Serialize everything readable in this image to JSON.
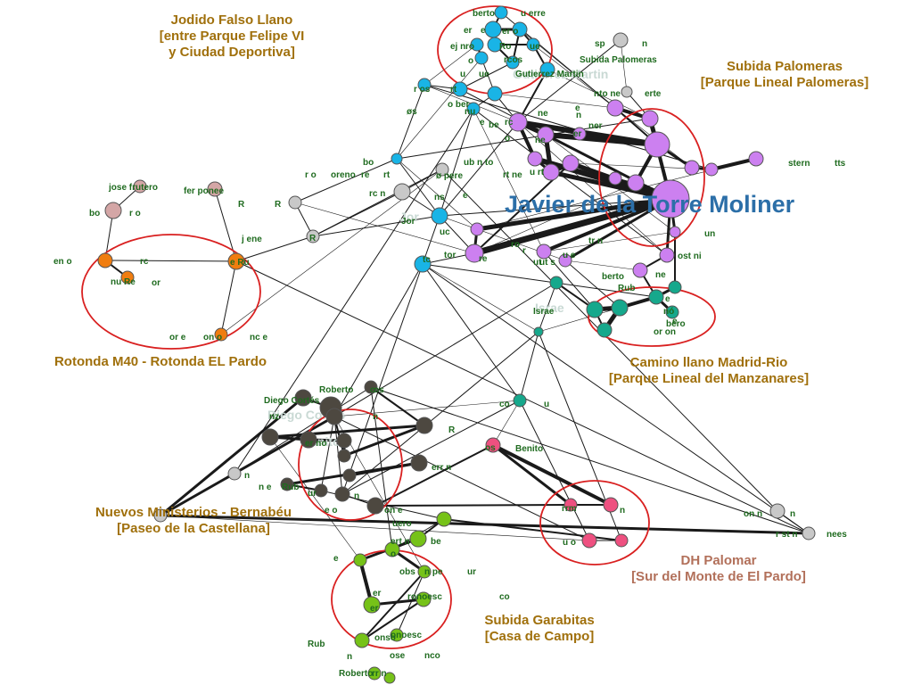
{
  "featured_rider": "Javier de la Torre Moliner",
  "segment_labels": [
    {
      "id": "jodido",
      "name": "Jodido Falso Llano",
      "line2": "[entre Parque Felipe VI",
      "line3": "y Ciudad Deportiva]",
      "color": "#a0700c"
    },
    {
      "id": "palomeras",
      "name": "Subida Palomeras",
      "line2": "[Parque Lineal Palomeras]",
      "line3": "",
      "color": "#a0700c"
    },
    {
      "id": "rotonda",
      "name": "Rotonda M40 - Rotonda EL Pardo",
      "line2": "",
      "line3": "",
      "color": "#a0700c"
    },
    {
      "id": "madridrio",
      "name": "Camino llano Madrid-Rio",
      "line2": "[Parque Lineal del Manzanares]",
      "line3": "",
      "color": "#a0700c"
    },
    {
      "id": "ministerios",
      "name": "Nuevos Ministerios - Bernabéu",
      "line2": "[Paseo de la Castellana]",
      "line3": "",
      "color": "#a0700c"
    },
    {
      "id": "palomar",
      "name": "DH Palomar",
      "line2": "[Sur del Monte de El Pardo]",
      "line3": "",
      "color": "#b2705a"
    },
    {
      "id": "garabitas",
      "name": "Subida Garabitas",
      "line2": "[Casa de Campo]",
      "line3": "",
      "color": "#a0700c"
    }
  ],
  "group_colors": {
    "blue": "#19b4e6",
    "violet": "#cc80f0",
    "teal": "#16a88c",
    "orange": "#f07d10",
    "dark": "#4d4840",
    "pink": "#ee5080",
    "green": "#76c218",
    "grey": "#c8c8c8",
    "rose": "#d4a6a6"
  },
  "node_labels": [
    "berto",
    "u erre",
    "er",
    "e",
    "er o",
    "ej n",
    "ro",
    "Ro",
    "ue",
    "o",
    "rcos",
    "u",
    "ue",
    "Gutierrez Martin",
    "sp",
    "n",
    "Subida Palomeras",
    "r os",
    "rt",
    "nto ne",
    "erte",
    "o ber",
    "øs",
    "nu",
    "e",
    "be",
    "rc",
    "er",
    "ne",
    "n",
    "ner",
    "o",
    "e",
    "ne",
    "ub n to",
    "rt ne",
    "u rt",
    "bo",
    "rt",
    "r o",
    "oreno",
    "re",
    "stern",
    "tts",
    "jose frutero",
    "fer ponee",
    "R",
    "R",
    "rc n",
    "ø pere",
    "bo",
    "r o",
    "e",
    "Jor",
    "uc",
    "tc",
    "j ene",
    "R",
    "ns",
    "ro",
    "ut",
    "tor",
    "re",
    "r",
    "tr n",
    "un",
    "en o",
    "rc",
    "e Ru",
    "nu Re",
    "or",
    "or e",
    "on o",
    "nc e",
    "u e",
    "ut s",
    "ost ni",
    "berto",
    "Rub",
    "ne",
    "e",
    "nó",
    "e",
    "bero",
    "or on",
    "Israe",
    "Roberto",
    "os",
    "o",
    "Diego Cortés",
    "nz",
    "n",
    "co",
    "u",
    "R",
    "os",
    "Benito",
    "er no",
    "err n",
    "n",
    "n e",
    "Rub",
    "ur",
    "n",
    "e o",
    "on e",
    "uero",
    "ert n",
    "be",
    "e",
    "o",
    "obs",
    "n pe",
    "ur",
    "co",
    "er",
    "ronoesc",
    "er",
    "onoesc",
    "Rub",
    "n",
    "onso",
    "ose",
    "nco",
    "Roberto",
    "rr n",
    "on n",
    "n",
    "r st n",
    "nees",
    "rrm",
    "u o",
    "n"
  ]
}
